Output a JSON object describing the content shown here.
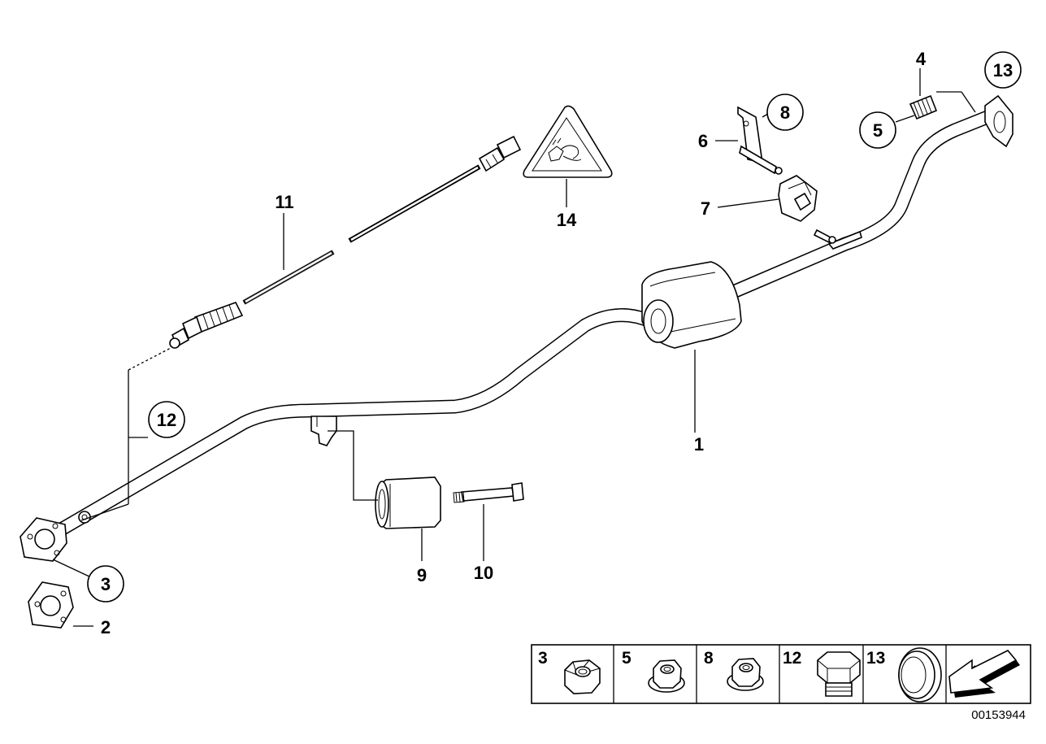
{
  "callouts": {
    "p1": "1",
    "p2": "2",
    "p3": "3",
    "p4": "4",
    "p5": "5",
    "p6": "6",
    "p7": "7",
    "p8": "8",
    "p9": "9",
    "p10": "10",
    "p11": "11",
    "p12": "12",
    "p13": "13",
    "p14": "14"
  },
  "legend": {
    "items": [
      {
        "label": "3",
        "icon": "hex-nut-icon"
      },
      {
        "label": "5",
        "icon": "flange-nut-icon"
      },
      {
        "label": "8",
        "icon": "flange-nut-icon"
      },
      {
        "label": "12",
        "icon": "screw-plug-icon"
      },
      {
        "label": "13",
        "icon": "sealing-ring-icon"
      },
      {
        "label": "",
        "icon": "direction-arrow-icon"
      }
    ]
  },
  "diagram_code": "00153944"
}
